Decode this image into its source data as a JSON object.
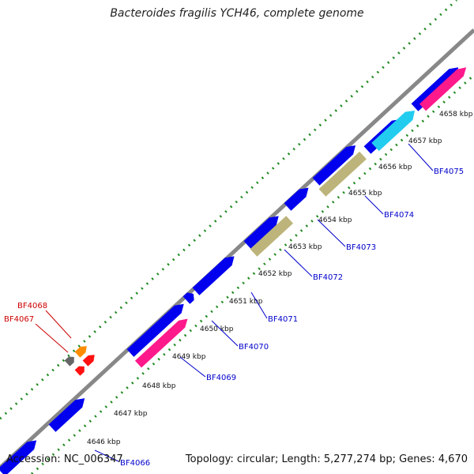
{
  "title": "Bacteroides fragilis YCH46, complete genome",
  "footer": {
    "accession": "Accession: NC_006347",
    "summary": "Topology: circular; Length: 5,277,274 bp; Genes: 4,670"
  },
  "colors": {
    "backbone": "#888888",
    "forward_gene": "#0000ee",
    "rna_pink": "#ff1a8c",
    "cyan": "#22ccee",
    "khaki": "#bcb47a",
    "orange": "#ff8c00",
    "red": "#ff1111",
    "gray": "#666666",
    "dotted_green": "#228b22",
    "label_blue": "#0000cc",
    "label_red": "#cc0000"
  },
  "ticks": [
    "4646 kbp",
    "4647 kbp",
    "4648 kbp",
    "4649 kbp",
    "4650 kbp",
    "4651 kbp",
    "4652 kbp",
    "4653 kbp",
    "4654 kbp",
    "4655 kbp",
    "4656 kbp",
    "4657 kbp",
    "4658 kbp"
  ],
  "gene_labels": [
    "BF4066",
    "BF4069",
    "BF4070",
    "BF4071",
    "BF4072",
    "BF4073",
    "BF4074",
    "BF4075"
  ],
  "red_labels": [
    "BF4068",
    "BF4067"
  ]
}
